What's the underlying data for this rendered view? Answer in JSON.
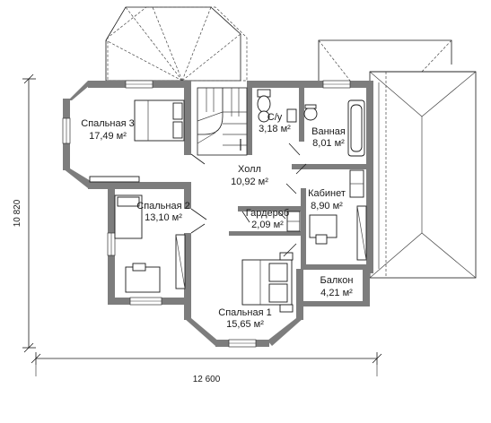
{
  "plan": {
    "dimensions": {
      "width_label": "12 600",
      "height_label": "10 820"
    },
    "rooms": [
      {
        "id": "bedroom3",
        "name": "Спальная 3",
        "area": "17,49 м²"
      },
      {
        "id": "wc",
        "name": "С/у",
        "area": "3,18 м²"
      },
      {
        "id": "bathroom",
        "name": "Ванная",
        "area": "8,01 м²"
      },
      {
        "id": "hall",
        "name": "Холл",
        "area": "10,92 м²"
      },
      {
        "id": "office",
        "name": "Кабинет",
        "area": "8,90 м²"
      },
      {
        "id": "bedroom2",
        "name": "Спальная 2",
        "area": "13,10 м²"
      },
      {
        "id": "wardrobe",
        "name": "Гардероб",
        "area": "2,09 м²"
      },
      {
        "id": "balcony",
        "name": "Балкон",
        "area": "4,21 м²"
      },
      {
        "id": "bedroom1",
        "name": "Спальная 1",
        "area": "15,65 м²"
      }
    ]
  }
}
